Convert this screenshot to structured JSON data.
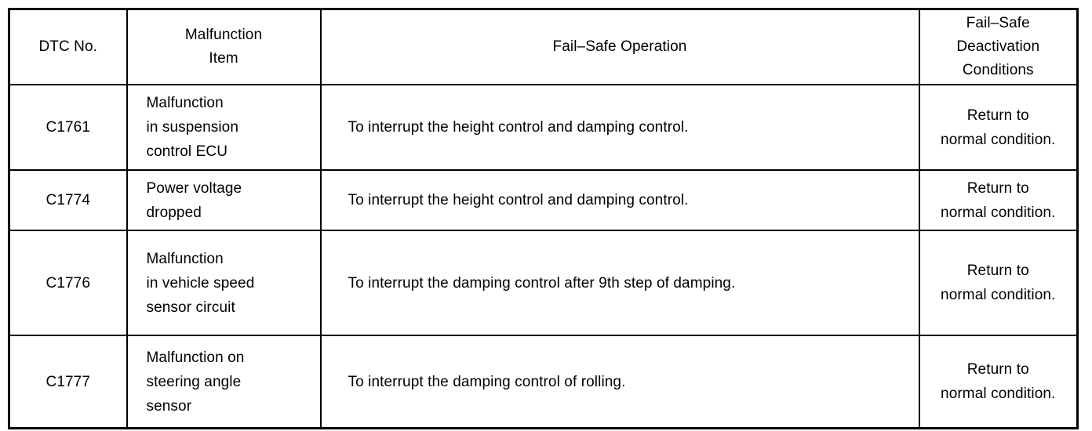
{
  "table": {
    "name": "fail-safe-dtc-table",
    "columns": [
      {
        "key": "dtc_no",
        "header": "DTC No."
      },
      {
        "key": "item",
        "header": "Malfunction\nItem"
      },
      {
        "key": "op",
        "header": "Fail–Safe Operation"
      },
      {
        "key": "deact",
        "header": "Fail–Safe\nDeactivation\nConditions"
      }
    ],
    "rows": [
      {
        "dtc_no": "C1761",
        "item": "Malfunction\nin suspension\ncontrol ECU",
        "op": "To interrupt the height control and damping control.",
        "deact": "Return to\nnormal condition."
      },
      {
        "dtc_no": "C1774",
        "item": "Power voltage\ndropped",
        "op": "To interrupt the height control and damping control.",
        "deact": "Return to\nnormal condition."
      },
      {
        "dtc_no": "C1776",
        "item": "Malfunction\nin vehicle speed\nsensor circuit",
        "op": "To interrupt the damping control after 9th step of damping.",
        "deact": "Return to\nnormal condition."
      },
      {
        "dtc_no": "C1777",
        "item": "Malfunction on\nsteering angle\nsensor",
        "op": "To interrupt the damping control of rolling.",
        "deact": "Return to\nnormal condition."
      }
    ]
  },
  "colors": {
    "background": "#ffffff",
    "text": "#000000",
    "border": "#000000"
  }
}
